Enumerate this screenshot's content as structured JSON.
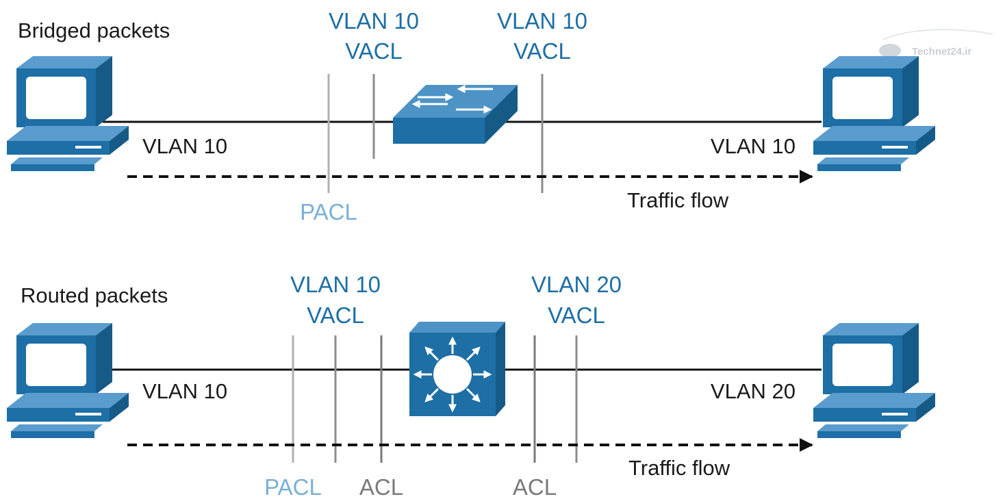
{
  "colors": {
    "device_blue": "#1d6fa5",
    "label_blue": "#1d6fa5",
    "pacl_blue": "#7ab0d6",
    "acl_gray": "#7a7a7a",
    "line_gray": "#b0b0b0",
    "line_dark_gray": "#8c8c8c",
    "text_dark": "#1a1a1a"
  },
  "watermark": {
    "text": "Technet24.ir"
  },
  "bridged": {
    "title": "Bridged packets",
    "vacl1": {
      "line1": "VLAN 10",
      "line2": "VACL"
    },
    "vacl2": {
      "line1": "VLAN 10",
      "line2": "VACL"
    },
    "left_vlan": "VLAN 10",
    "right_vlan": "VLAN 10",
    "pacl": "PACL",
    "flow": "Traffic flow",
    "switch_icon": "layer2-switch-icon",
    "host_icon": "workstation-icon"
  },
  "routed": {
    "title": "Routed packets",
    "vacl1": {
      "line1": "VLAN 10",
      "line2": "VACL"
    },
    "vacl2": {
      "line1": "VLAN 20",
      "line2": "VACL"
    },
    "left_vlan": "VLAN 10",
    "right_vlan": "VLAN 20",
    "pacl": "PACL",
    "acl_left": "ACL",
    "acl_right": "ACL",
    "flow": "Traffic flow",
    "switch_icon": "multilayer-switch-icon",
    "host_icon": "workstation-icon"
  }
}
